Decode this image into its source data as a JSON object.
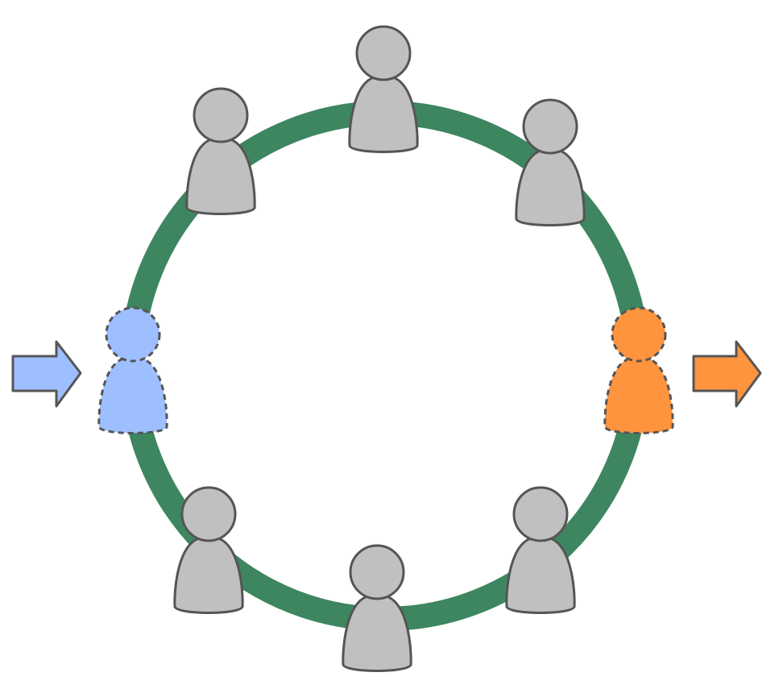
{
  "colors": {
    "ring": "#3d8660",
    "member_fill": "#c0c0c0",
    "outline": "#555555",
    "joining_fill": "#9ebfff",
    "leaving_fill": "#ff943f",
    "in_arrow_fill": "#9ebfff",
    "out_arrow_fill": "#ff943f"
  },
  "members": [
    {
      "name": "member-top",
      "state": "member"
    },
    {
      "name": "member-top-left",
      "state": "member"
    },
    {
      "name": "member-top-right",
      "state": "member"
    },
    {
      "name": "member-bottom-left",
      "state": "member"
    },
    {
      "name": "member-bottom",
      "state": "member"
    },
    {
      "name": "member-bottom-right",
      "state": "member"
    },
    {
      "name": "joining-member",
      "state": "joining"
    },
    {
      "name": "leaving-member",
      "state": "leaving"
    }
  ],
  "icons": {
    "join_arrow": "arrow-right-icon",
    "leave_arrow": "arrow-right-icon",
    "member": "person-icon"
  }
}
